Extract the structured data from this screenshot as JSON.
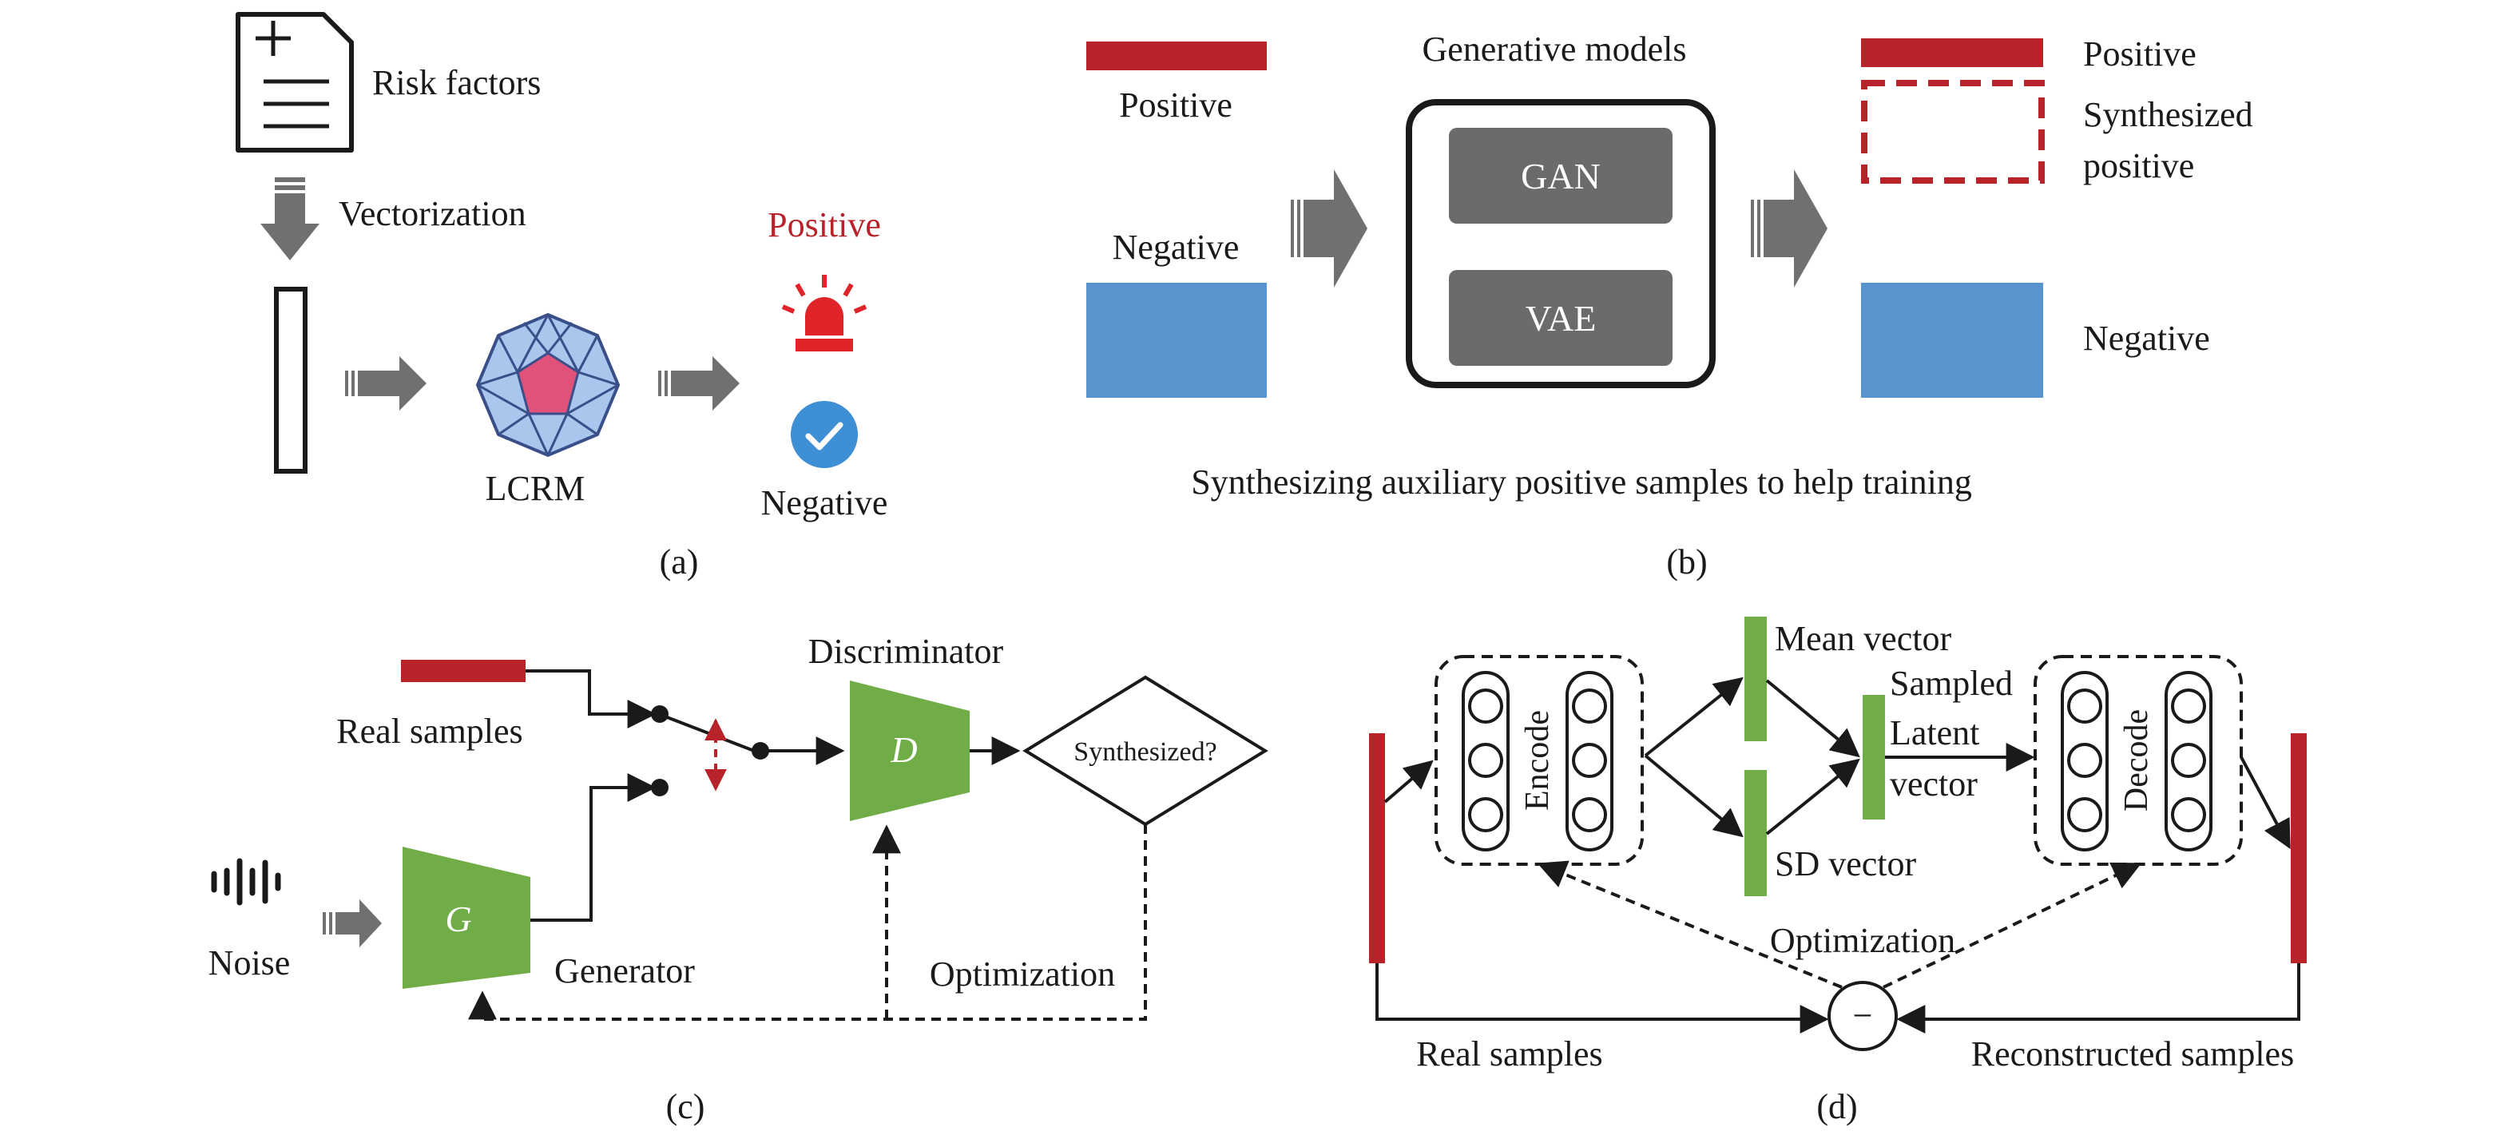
{
  "panel_a": {
    "risk_factors": "Risk factors",
    "vectorization": "Vectorization",
    "model": "LCRM",
    "positive": "Positive",
    "negative": "Negative",
    "caption": "(a)"
  },
  "panel_b": {
    "left_positive": "Positive",
    "left_negative": "Negative",
    "generative_models": "Generative models",
    "gan": "GAN",
    "vae": "VAE",
    "right_positive": "Positive",
    "synthesized_line1": "Synthesized",
    "synthesized_line2": "positive",
    "right_negative": "Negative",
    "subtitle": "Synthesizing auxiliary positive samples to help training",
    "caption": "(b)"
  },
  "panel_c": {
    "real_samples": "Real samples",
    "noise": "Noise",
    "generator_symbol": "G",
    "generator": "Generator",
    "discriminator": "Discriminator",
    "discriminator_symbol": "D",
    "decision": "Synthesized?",
    "optimization": "Optimization",
    "caption": "(c)"
  },
  "panel_d": {
    "encode": "Encode",
    "decode": "Decode",
    "mean_vector": "Mean vector",
    "sd_vector": "SD vector",
    "sampled": "Sampled",
    "latent": "Latent",
    "vector": "vector",
    "optimization": "Optimization",
    "minus": "−",
    "real_samples": "Real samples",
    "reconstructed_samples": "Reconstructed samples",
    "caption": "(d)"
  },
  "colors": {
    "red": "#b8232a",
    "blue": "#5b93cf",
    "green": "#70ad47",
    "gray": "#707070",
    "box_gray": "#6b6b6b"
  }
}
